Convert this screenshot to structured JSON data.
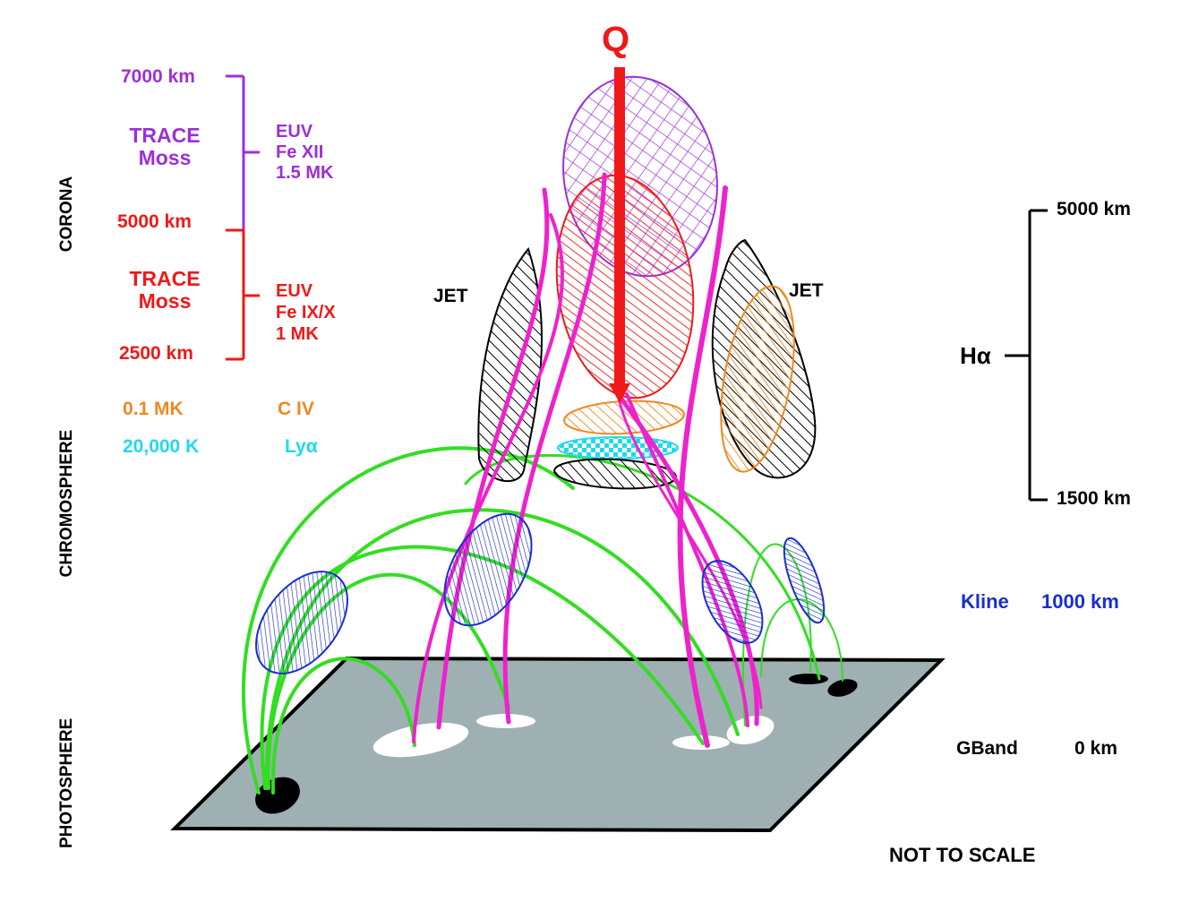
{
  "colors": {
    "purple": "#9b30d9",
    "red": "#f01818",
    "orange": "#ee8822",
    "cyan": "#22d8ee",
    "blue": "#1a2ed0",
    "green": "#33dd22",
    "magenta": "#ee22cc",
    "plane": "#9fb0b3",
    "black": "#000000"
  },
  "layers": {
    "corona": "CORONA",
    "chromosphere": "CHROMOSPHERE",
    "photosphere": "PHOTOSPHERE"
  },
  "heat_input": "Q",
  "moss_upper": {
    "top_height": "7000 km",
    "bottom_height": "5000 km",
    "name_line1": "TRACE",
    "name_line2": "Moss",
    "band_line1": "EUV",
    "band_line2": "Fe XII",
    "band_line3": "1.5 MK"
  },
  "moss_lower": {
    "bottom_height": "2500 km",
    "name_line1": "TRACE",
    "name_line2": "Moss",
    "band_line1": "EUV",
    "band_line2": "Fe IX/X",
    "band_line3": "1 MK"
  },
  "transition": {
    "civ_temp": "0.1 MK",
    "civ_line": "C IV",
    "lya_temp": "20,000 K",
    "lya_line": "Lyα"
  },
  "jets": {
    "left": "JET",
    "right": "JET"
  },
  "halpha": {
    "label": "Hα",
    "top_height": "5000 km",
    "bottom_height": "1500 km"
  },
  "kline": {
    "label": "Kline",
    "height": "1000 km"
  },
  "gband": {
    "label": "GBand",
    "height": "0 km"
  },
  "footnote": "NOT TO SCALE"
}
